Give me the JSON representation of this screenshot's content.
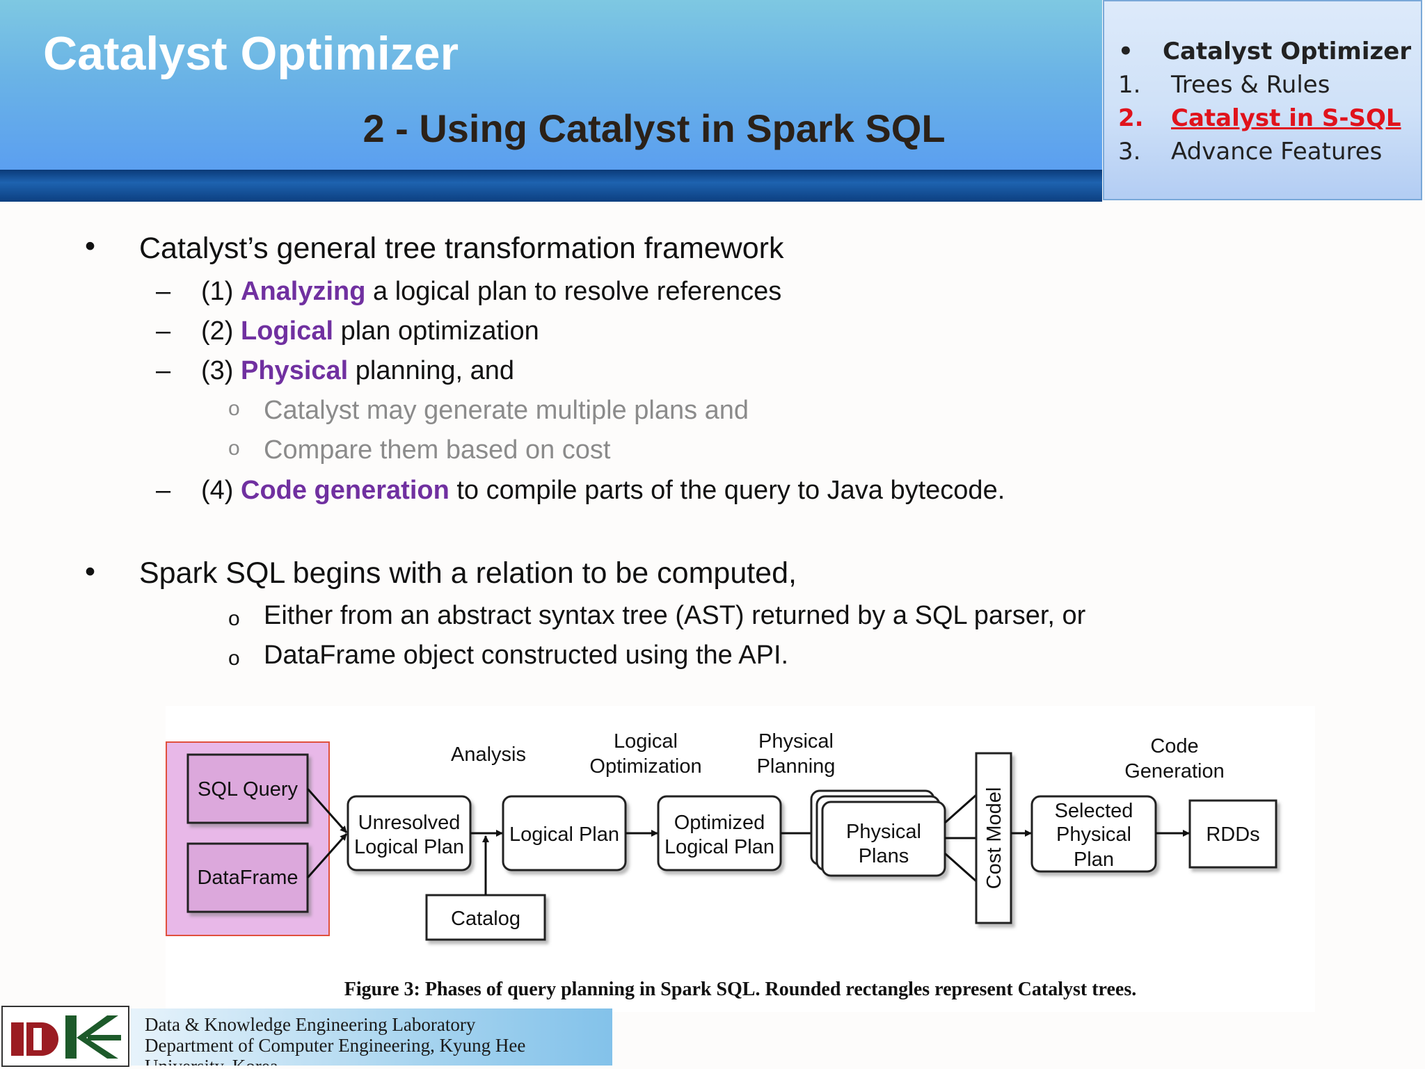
{
  "header": {
    "title": "Catalyst Optimizer",
    "subtitle": "2 - Using Catalyst in Spark SQL"
  },
  "outline": {
    "items": [
      {
        "marker": "•",
        "text": "Catalyst Optimizer",
        "style": "bold"
      },
      {
        "marker": "1.",
        "text": "Trees & Rules",
        "style": "normal"
      },
      {
        "marker": "2.",
        "text": "Catalyst in S-SQL",
        "style": "active"
      },
      {
        "marker": "3.",
        "text": "Advance Features",
        "style": "normal"
      }
    ]
  },
  "body": {
    "bullet1": {
      "marker": "•",
      "text": "Catalyst’s general tree transformation framework",
      "items": [
        {
          "marker": "–",
          "prefix": "(1) ",
          "highlight": "Analyzing",
          "rest": " a logical plan to resolve references"
        },
        {
          "marker": "–",
          "prefix": "(2) ",
          "highlight": "Logical",
          "rest": " plan optimization"
        },
        {
          "marker": "–",
          "prefix": "(3) ",
          "highlight": "Physical",
          "rest": " planning, and"
        },
        {
          "marker": "–",
          "prefix": "(4) ",
          "highlight": "Code generation",
          "rest": " to compile parts of the query to Java bytecode."
        }
      ],
      "sub_items": [
        {
          "marker": "o",
          "text": "Catalyst may generate multiple plans and"
        },
        {
          "marker": "o",
          "text": "Compare them based on cost"
        }
      ]
    },
    "bullet2": {
      "marker": "•",
      "text": "Spark SQL begins with a relation to be computed,",
      "sub_items": [
        {
          "marker": "o",
          "text": "Either from an abstract syntax tree (AST) returned by a SQL parser, or"
        },
        {
          "marker": "o",
          "text": "DataFrame object constructed using the API."
        }
      ]
    }
  },
  "diagram": {
    "inputs": [
      "SQL Query",
      "DataFrame"
    ],
    "stage_labels": {
      "analysis": "Analysis",
      "logical_optimization": [
        "Logical",
        "Optimization"
      ],
      "physical_planning": [
        "Physical",
        "Planning"
      ],
      "code_generation": [
        "Code",
        "Generation"
      ]
    },
    "nodes": {
      "unresolved": [
        "Unresolved",
        "Logical Plan"
      ],
      "logical": "Logical Plan",
      "optimized": [
        "Optimized",
        "Logical Plan"
      ],
      "physical": [
        "Physical",
        "Plans"
      ],
      "cost_model": "Cost Model",
      "selected": [
        "Selected",
        "Physical",
        "Plan"
      ],
      "rdds": "RDDs",
      "catalog": "Catalog"
    },
    "caption": "Figure 3: Phases of query planning in Spark SQL. Rounded rectangles represent Catalyst trees.",
    "colors": {
      "input_fill": "#e8b4e8",
      "input_border": "#e0503c"
    }
  },
  "footer": {
    "line1": "Data & Knowledge Engineering Laboratory",
    "line2": "Department of Computer Engineering, Kyung Hee",
    "line3": "University, Korea"
  }
}
